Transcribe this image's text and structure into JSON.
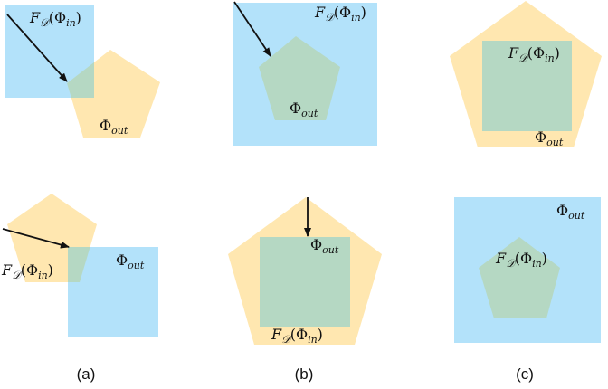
{
  "labels": {
    "f_prefix": "F",
    "d_sub": "𝒟",
    "phi": "Φ",
    "in_sub": "in",
    "out_sub": "out",
    "lparen": "(",
    "rparen": ")"
  },
  "captions": {
    "a": "(a)",
    "b": "(b)",
    "c": "(c)"
  },
  "colors": {
    "blue": "#b3e2fa",
    "yellow": "#ffe7b0",
    "overlap": "#b5d8c3"
  }
}
